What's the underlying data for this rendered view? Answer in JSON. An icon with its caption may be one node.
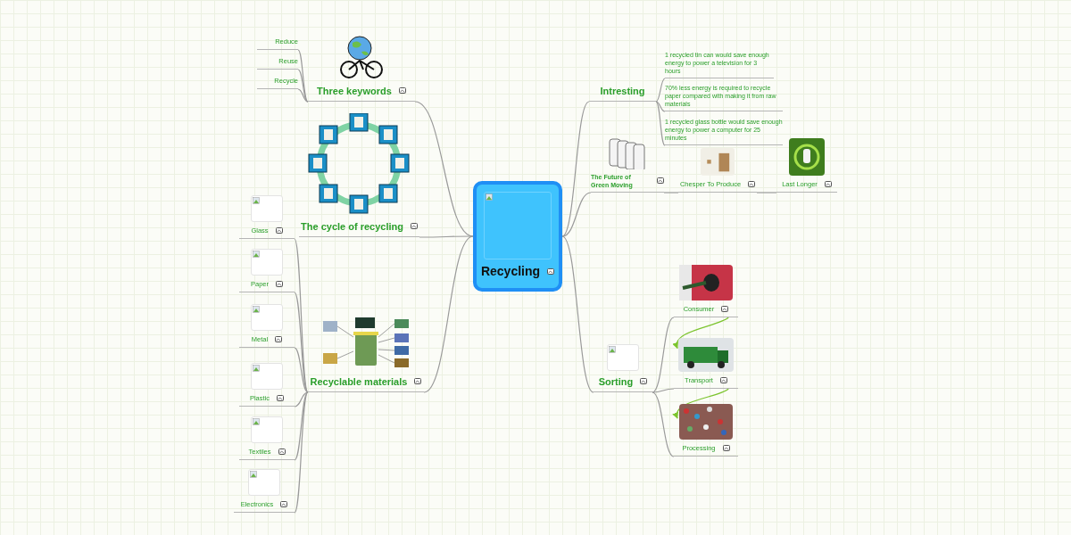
{
  "diagram": {
    "nodes": [
      {
        "text": [
          "Recycling"
        ]
      },
      {
        "text": [
          "Three keywords"
        ]
      },
      {
        "text": [
          "Reduce"
        ]
      },
      {
        "text": [
          "Reuse"
        ]
      },
      {
        "text": [
          "Recycle"
        ]
      },
      {
        "text": [
          "The cycle of recycling"
        ]
      },
      {
        "text": [
          "Recyclable materials"
        ]
      },
      {
        "text": [
          "Glass"
        ]
      },
      {
        "text": [
          "Paper"
        ]
      },
      {
        "text": [
          "Metal"
        ]
      },
      {
        "text": [
          "Plastic"
        ]
      },
      {
        "text": [
          "Textiles"
        ]
      },
      {
        "text": [
          "Electronics"
        ]
      },
      {
        "text": [
          "Intresting"
        ]
      },
      {
        "text": [
          "1 recycled tin can would save enough energy to power a television for 3 hours"
        ]
      },
      {
        "text": [
          "70% less energy is required to recycle paper compared with making it from raw materials"
        ]
      },
      {
        "text": [
          "1 recycled glass bottle would save enough energy to power a computer for 25 minutes"
        ]
      },
      {
        "text": [
          "The Future of Green Moving"
        ]
      },
      {
        "text": [
          "Chesper To Produce"
        ]
      },
      {
        "text": [
          "Last Longer"
        ]
      },
      {
        "text": [
          "Sorting"
        ]
      },
      {
        "text": [
          "Consumer"
        ]
      },
      {
        "text": [
          "Transport"
        ]
      },
      {
        "text": [
          "Processing"
        ]
      }
    ],
    "edges": [
      {
        "from": 0,
        "to": 1,
        "arrow": "none"
      },
      {
        "from": 1,
        "to": 2,
        "arrow": "none"
      },
      {
        "from": 1,
        "to": 3,
        "arrow": "none"
      },
      {
        "from": 1,
        "to": 4,
        "arrow": "none"
      },
      {
        "from": 0,
        "to": 5,
        "arrow": "none"
      },
      {
        "from": 0,
        "to": 6,
        "arrow": "none"
      },
      {
        "from": 6,
        "to": 7,
        "arrow": "none"
      },
      {
        "from": 6,
        "to": 8,
        "arrow": "none"
      },
      {
        "from": 6,
        "to": 9,
        "arrow": "none"
      },
      {
        "from": 6,
        "to": 10,
        "arrow": "none"
      },
      {
        "from": 6,
        "to": 11,
        "arrow": "none"
      },
      {
        "from": 6,
        "to": 12,
        "arrow": "none"
      },
      {
        "from": 0,
        "to": 13,
        "arrow": "none"
      },
      {
        "from": 13,
        "to": 14,
        "arrow": "none"
      },
      {
        "from": 13,
        "to": 15,
        "arrow": "none"
      },
      {
        "from": 13,
        "to": 16,
        "arrow": "none"
      },
      {
        "from": 0,
        "to": 17,
        "arrow": "none"
      },
      {
        "from": 17,
        "to": 18,
        "arrow": "none"
      },
      {
        "from": 18,
        "to": 19,
        "arrow": "none"
      },
      {
        "from": 0,
        "to": 20,
        "arrow": "none"
      },
      {
        "from": 20,
        "to": 21,
        "arrow": "none"
      },
      {
        "from": 20,
        "to": 22,
        "arrow": "none"
      },
      {
        "from": 20,
        "to": 23,
        "arrow": "none"
      },
      {
        "from": 21,
        "to": 22,
        "arrow": "to",
        "color": "#7cc42e"
      },
      {
        "from": 22,
        "to": 23,
        "arrow": "to",
        "color": "#7cc42e"
      }
    ]
  }
}
